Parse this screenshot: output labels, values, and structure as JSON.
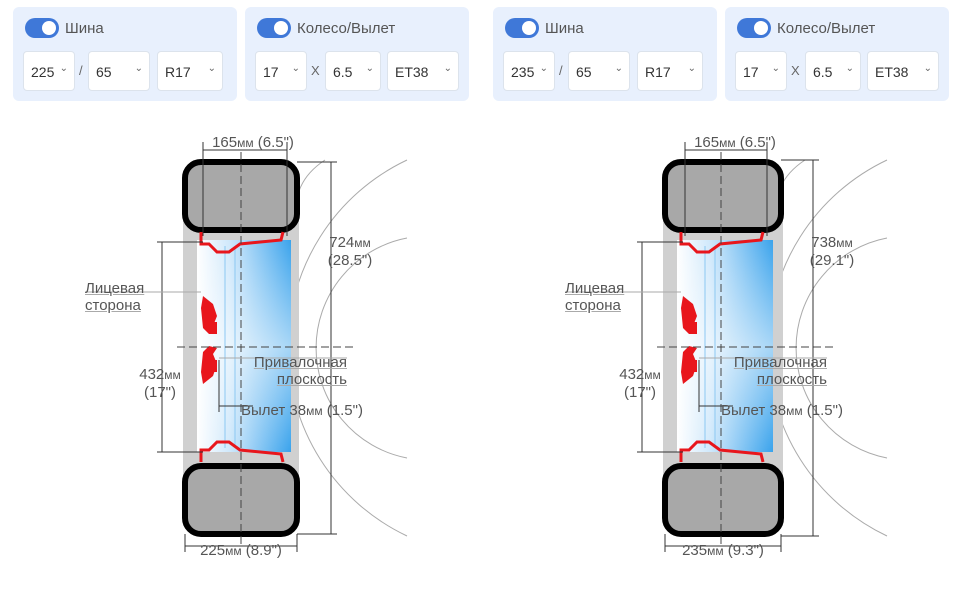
{
  "left": {
    "tire": {
      "toggle_label": "Шина",
      "width": "225",
      "separator": "/",
      "profile": "65",
      "rim": "R17"
    },
    "wheel": {
      "toggle_label": "Колесо/Вылет",
      "diameter": "17",
      "separator": "X",
      "width": "6.5",
      "offset": "ET38"
    },
    "diagram": {
      "rim_width_value": "165",
      "rim_width_unit": "мм",
      "rim_width_inch": " (6.5\")",
      "outer_diameter_value": "724",
      "outer_diameter_unit": "мм",
      "outer_diameter_inch": "(28.5\")",
      "face_label_1": "Лицевая",
      "face_label_2": "сторона",
      "rim_diameter_value": "432",
      "rim_diameter_unit": "мм",
      "rim_diameter_inch": "(17\")",
      "mount_label_1": "Привалочная",
      "mount_label_2": "плоскость",
      "offset_prefix": "Вылет ",
      "offset_value": "38",
      "offset_unit": "мм",
      "offset_inch": " (1.5\")",
      "tire_width_value": "225",
      "tire_width_unit": "мм",
      "tire_width_inch": " (8.9\")"
    }
  },
  "right": {
    "tire": {
      "toggle_label": "Шина",
      "width": "235",
      "separator": "/",
      "profile": "65",
      "rim": "R17"
    },
    "wheel": {
      "toggle_label": "Колесо/Вылет",
      "diameter": "17",
      "separator": "X",
      "width": "6.5",
      "offset": "ET38"
    },
    "diagram": {
      "rim_width_value": "165",
      "rim_width_unit": "мм",
      "rim_width_inch": " (6.5\")",
      "outer_diameter_value": "738",
      "outer_diameter_unit": "мм",
      "outer_diameter_inch": "(29.1\")",
      "face_label_1": "Лицевая",
      "face_label_2": "сторона",
      "rim_diameter_value": "432",
      "rim_diameter_unit": "мм",
      "rim_diameter_inch": "(17\")",
      "mount_label_1": "Привалочная",
      "mount_label_2": "плоскость",
      "offset_prefix": "Вылет ",
      "offset_value": "38",
      "offset_unit": "мм",
      "offset_inch": " (1.5\")",
      "tire_width_value": "235",
      "tire_width_unit": "мм",
      "tire_width_inch": " (9.3\")"
    }
  },
  "icons": {
    "toggle": "toggle-switch-icon",
    "dropdown": "chevron-down-icon"
  },
  "colors": {
    "panel_bg": "#e8f0fd",
    "toggle_on": "#3f78d8",
    "rim_red": "#e8161c",
    "tire_gray": "#a8a8a8",
    "wheel_blue": "#3aa3ec"
  }
}
